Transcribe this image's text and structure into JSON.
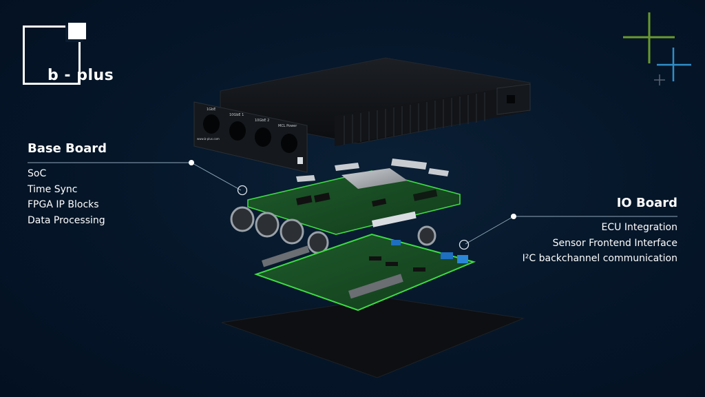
{
  "logo": {
    "text": "b - plus"
  },
  "base_board": {
    "title": "Base Board",
    "items": [
      "SoC",
      "Time Sync",
      "FPGA IP Blocks",
      "Data Processing"
    ]
  },
  "io_board": {
    "title": "IO Board",
    "items": [
      "ECU Integration",
      "Sensor Frontend Interface",
      "I²C backchannel communication"
    ]
  },
  "front_panel": {
    "port_labels": [
      "1GbE",
      "10GbE 1",
      "10GbE 2",
      "MCL Power"
    ],
    "url_text": "www.b-plus.com"
  },
  "colors": {
    "background": "#06172a",
    "accent_green": "#6a9a2c",
    "accent_blue": "#2f8fc9",
    "pcb_edge": "#3ddc45",
    "callout_line": "#8fa6b8"
  }
}
